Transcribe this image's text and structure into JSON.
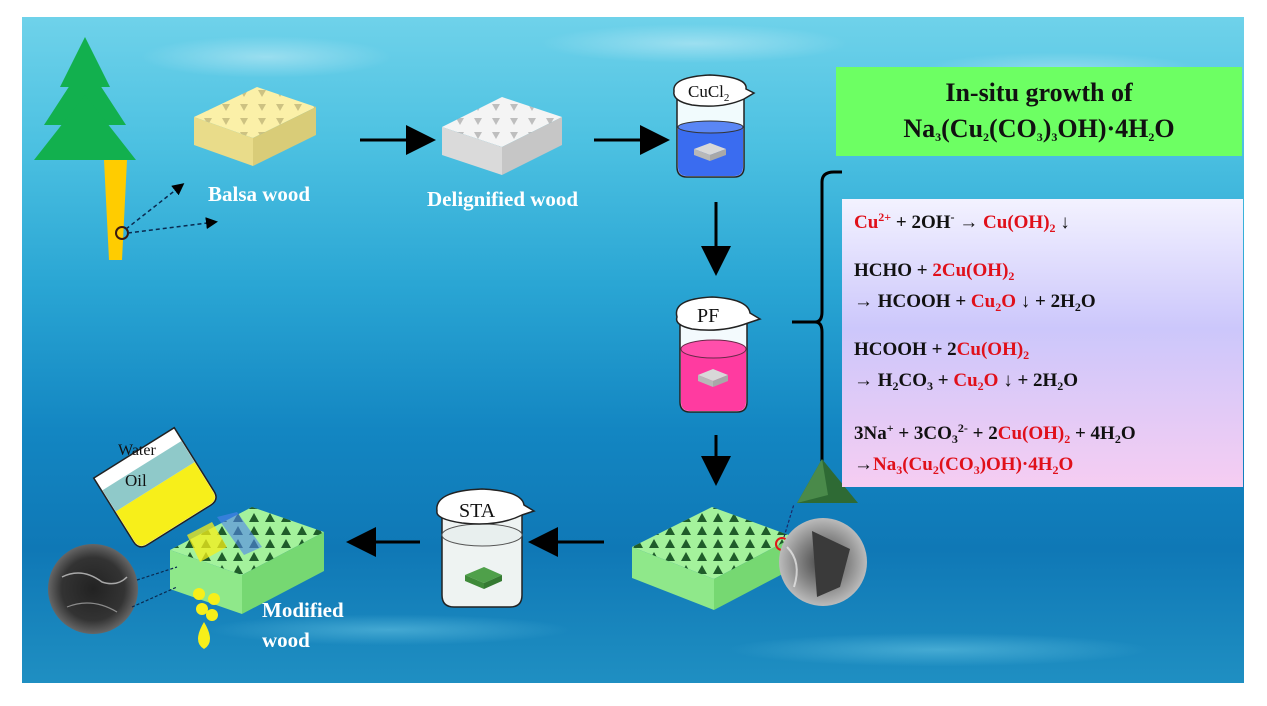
{
  "labels": {
    "balsa_wood": "Balsa wood",
    "delignified_wood": "Delignified wood",
    "modified_wood_line1": "Modified",
    "modified_wood_line2": "wood"
  },
  "beakers": {
    "cucl2": {
      "label_main": "CuCl",
      "label_sub": "2",
      "liquid_color": "#3a6cf0"
    },
    "pf": {
      "label": "PF",
      "liquid_color": "#ff3ba0"
    },
    "sta": {
      "label": "STA",
      "liquid_color": "#e8efee"
    },
    "pour": {
      "water_label": "Water",
      "oil_label": "Oil",
      "water_color": "#8fc9c9",
      "oil_color": "#f7ef1a"
    }
  },
  "title_box": {
    "line1": "In-situ growth of",
    "formula": {
      "p1": "Na",
      "s1": "3",
      "p2": "(Cu",
      "s2": "2",
      "p3": "(CO",
      "s3": "3",
      "p4": ")",
      "s4": "3",
      "p5": "OH)·4H",
      "s5": "2",
      "p6": "O"
    },
    "color": "#6dff63"
  },
  "equations": {
    "eq1": {
      "a": "Cu",
      "a_sup": "2+",
      "b": " + 2OH",
      "b_sup": "-",
      "c": " → ",
      "d": "Cu(OH)",
      "d_sub": "2",
      "e": " ↓"
    },
    "eq2": {
      "l1a": "HCHO + ",
      "l1b": "2Cu(OH)",
      "l1b_sub": "2",
      "l2a": "→ HCOOH + ",
      "l2b": "Cu",
      "l2b_sub": "2",
      "l2c": "O",
      "l2d": " ↓ + 2H",
      "l2d_sub": "2",
      "l2e": "O"
    },
    "eq3": {
      "l1a": "HCOOH + 2",
      "l1b": "Cu(OH)",
      "l1b_sub": "2",
      "l2a": "→ H",
      "l2a_sub": "2",
      "l2b": "CO",
      "l2b_sub": "3",
      "l2c": " + ",
      "l2d": "Cu",
      "l2d_sub": "2",
      "l2e": "O",
      "l2f": " ↓ + 2H",
      "l2f_sub": "2",
      "l2g": "O"
    },
    "eq4": {
      "l1a": "3Na",
      "l1a_sup": "+",
      "l1b": " + 3CO",
      "l1b_sub": "3",
      "l1b_sup": "2-",
      "l1c": " + 2",
      "l1d": "Cu(OH)",
      "l1d_sub": "2",
      "l1e": " + 4H",
      "l1e_sub": "2",
      "l1f": "O",
      "l2a": " →",
      "l2b": "Na",
      "l2b_sub": "3",
      "l2c": "(Cu",
      "l2c_sub": "2",
      "l2d": "(CO",
      "l2d_sub": "3",
      "l2e": ")OH)·4H",
      "l2e_sub": "2",
      "l2f": "O"
    }
  },
  "colors": {
    "highlight_red": "#e0101a",
    "tree_green": "#12b04e",
    "trunk_yellow": "#ffcc00",
    "balsa_block": "#f3e79a",
    "delignified_block": "#e4e4e4",
    "modified_block": "#8fe88a"
  }
}
